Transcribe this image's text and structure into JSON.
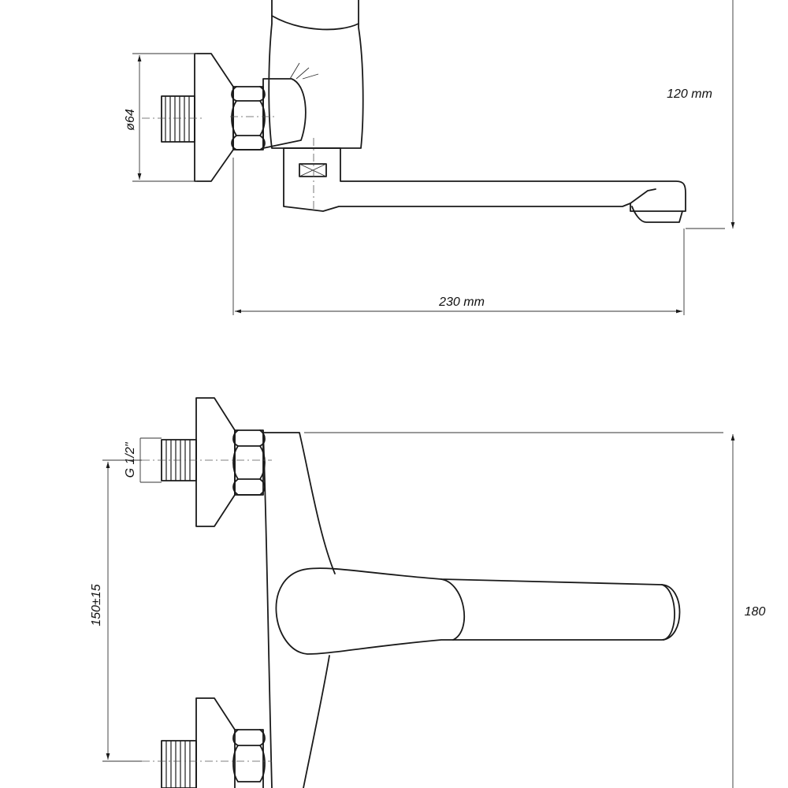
{
  "dimensions": {
    "height_top": "120 mm",
    "diameter_flange": "ø64",
    "spout_length": "230 mm",
    "thread": "G 1/2\"",
    "center_distance": "150±15",
    "overall_height": "180"
  },
  "colors": {
    "line": "#1a1a1a",
    "background": "#ffffff"
  }
}
